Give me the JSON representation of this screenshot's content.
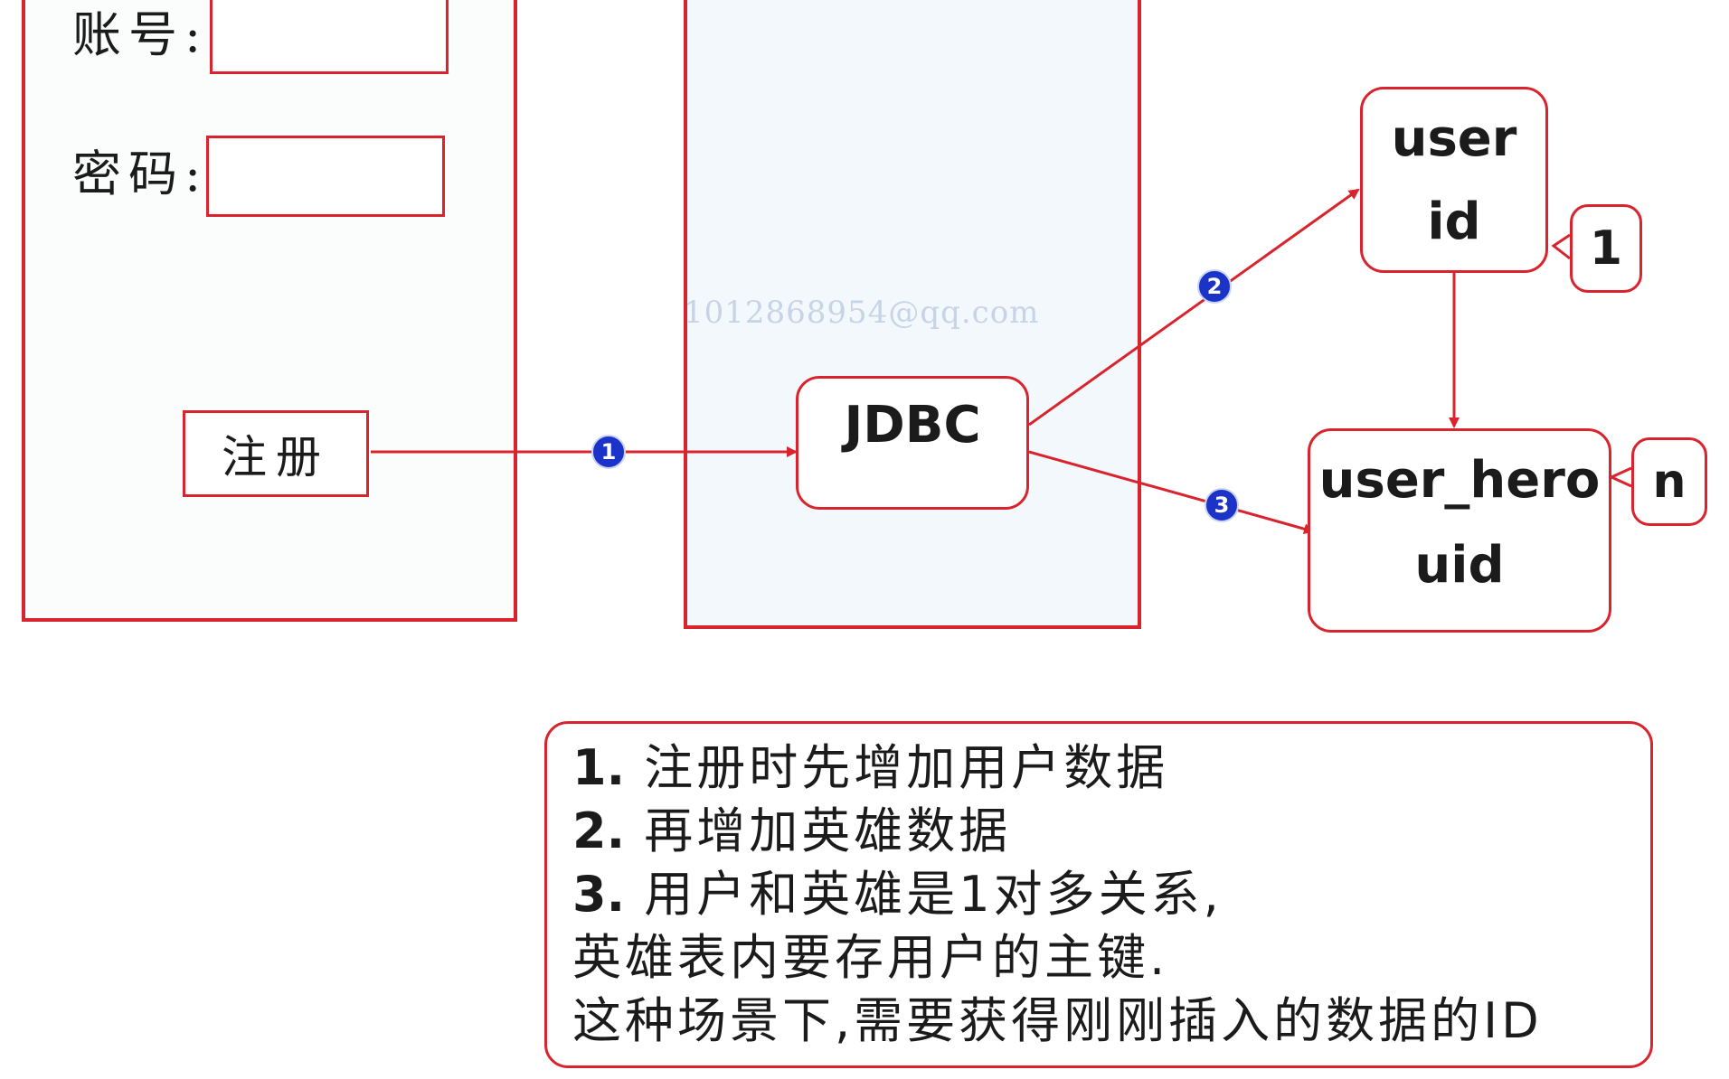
{
  "form": {
    "account_label": "账号:",
    "password_label": "密码:",
    "register_label": "注册"
  },
  "diagram": {
    "jdbc_label": "JDBC",
    "user_table": {
      "name": "user",
      "field": "id"
    },
    "hero_table": {
      "name": "user_hero",
      "field": "uid"
    },
    "cardinality_one": "1",
    "cardinality_many": "n",
    "step_badges": [
      "1",
      "2",
      "3"
    ],
    "watermark": "1012868954@qq.com"
  },
  "notes": {
    "lines": [
      {
        "num": "1.",
        "text": " 注册时先增加用户数据"
      },
      {
        "num": "2.",
        "text": " 再增加英雄数据"
      },
      {
        "num": "3.",
        "text": " 用户和英雄是1对多关系,"
      },
      {
        "num": "",
        "text": "  英雄表内要存用户的主键."
      },
      {
        "num": "",
        "text": "这种场景下,需要获得刚刚插入的数据的ID"
      }
    ]
  },
  "colors": {
    "border": "#d9232d",
    "badge": "#1c33c8"
  }
}
